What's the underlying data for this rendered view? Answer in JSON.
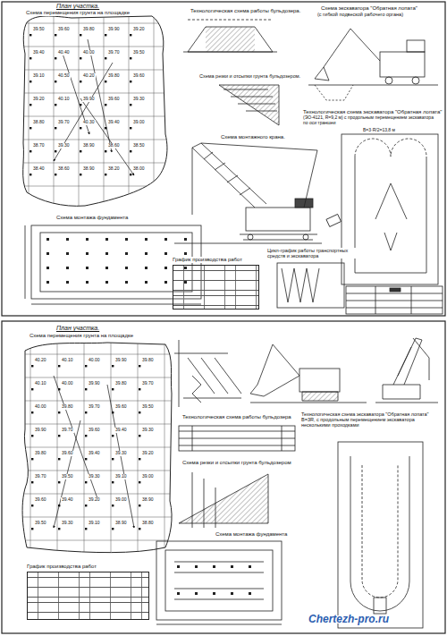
{
  "diagram": {
    "nodes": [
      {
        "text": [
          "График производства работ"
        ]
      },
      {
        "text": [
          "График производства работ"
        ]
      }
    ],
    "labels": [
      "План участка.",
      "Схема перемещения грунта на площадке",
      "Схема монтажа фундамента",
      "Технологическая схема работы бульдозера.",
      "Схема резки и отсыпки грунта бульдозером.",
      "Схема экскаватора \"Обратная лопата\"",
      "(с гибкой подвеской рабочего органа)",
      "Технологическая схема экскаватора \"Обратная лопата\"",
      "(ЭО-4121, R=9,2 м) с продольным перемещением экскаватора по оси траншеи",
      "Схема монтажного крана.",
      "Цикл-график работы транспортных средств и экскаватора",
      "В=3·R/2=13,8 м",
      "39.50",
      "39.60",
      "39.80",
      "39.90",
      "39.20",
      "39.40",
      "40.40",
      "40.00",
      "39.70",
      "39.50",
      "39.10",
      "40.50",
      "40.20",
      "39.80",
      "39.60",
      "39.20",
      "40.10",
      "39.90",
      "39.60",
      "39.30",
      "38.80",
      "39.70",
      "40.30",
      "39.40",
      "39.00",
      "38.70",
      "39.30",
      "38.90",
      "38.60",
      "38.50",
      "38.40",
      "38.60",
      "38.90",
      "38.20",
      "38.00",
      "План участка.",
      "Схема перемещения грунта на площадке",
      "Технологическая схема работы бульдозера",
      "Схема резки и отсыпки грунта бульдозером",
      "Схема монтажа фундамента",
      "Технологическая схема экскаватора \"Обратная лопата\" В=3R, с продольным перемещением экскаватора несколькими проходками",
      "40.20",
      "40.10",
      "40.00",
      "39.90",
      "39.80",
      "40.10",
      "40.00",
      "39.90",
      "39.80",
      "39.70",
      "40.00",
      "39.80",
      "39.70",
      "39.60",
      "39.50",
      "39.90",
      "39.70",
      "39.60",
      "39.40",
      "39.30",
      "39.80",
      "39.60",
      "39.40",
      "39.30",
      "39.20",
      "39.70",
      "39.50",
      "39.30",
      "39.10",
      "39.00",
      "39.60",
      "39.40",
      "39.20",
      "39.00",
      "38.90",
      "39.50",
      "39.30",
      "39.10",
      "38.90",
      "38.80",
      "Chertezh-pro.ru"
    ]
  }
}
